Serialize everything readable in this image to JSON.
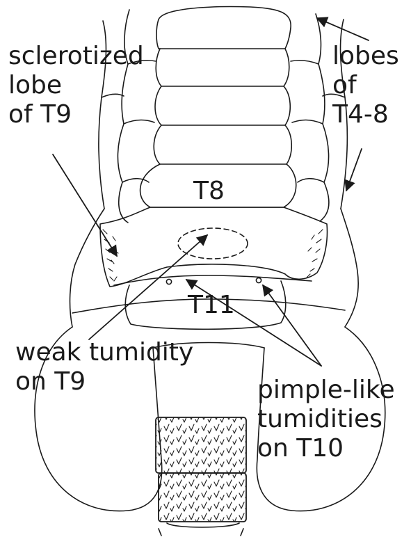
{
  "labels": {
    "sclerotized_lobe": [
      "sclerotized",
      "lobe",
      "of T9"
    ],
    "lobes": [
      "lobes",
      "of",
      "T4-8"
    ],
    "weak_tumidity": [
      "weak tumidity",
      "on T9"
    ],
    "pimple": [
      "pimple-like",
      "tumidities",
      "on T10"
    ]
  },
  "segments": {
    "t8": "T8",
    "t11": "T11"
  },
  "colors": {
    "ink": "#1a1a1a",
    "background": "#ffffff"
  }
}
